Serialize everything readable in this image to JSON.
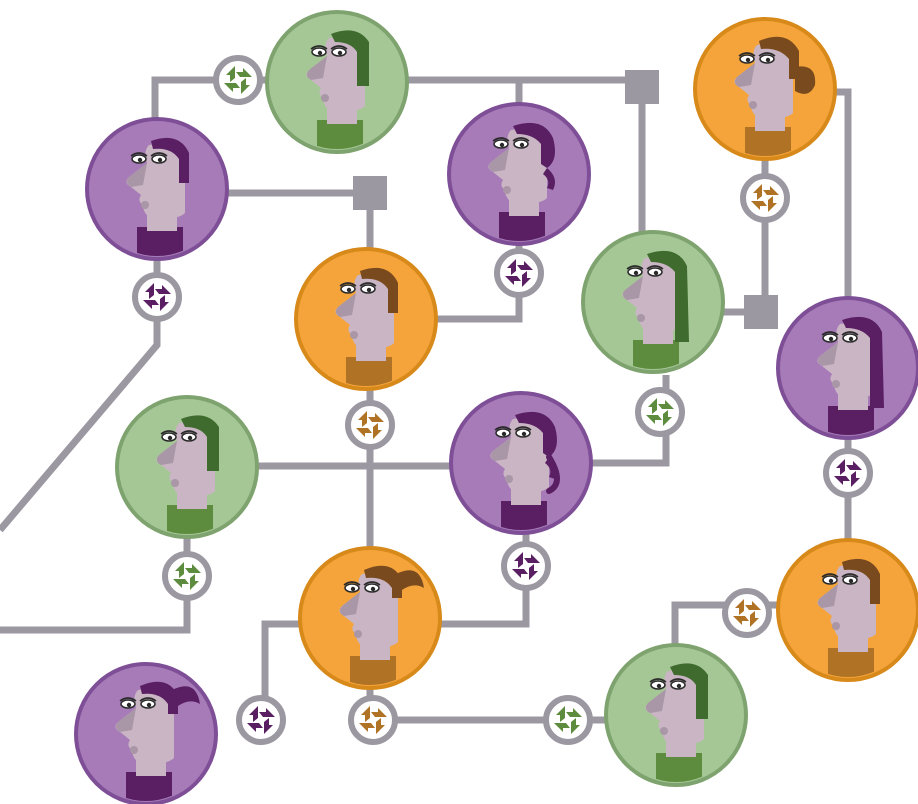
{
  "colors": {
    "line": "#9c98a2",
    "hub": "#9c98a2",
    "skin": "#c9b5c3",
    "skin_dark": "#a996a6",
    "eye_white": "#ffffff",
    "eye_dark": "#2a2a2a",
    "purple": {
      "ring": "#7e4f96",
      "fill": "#a77bb8",
      "hair": "#5a1f63",
      "shirt": "#5a1f63"
    },
    "green": {
      "ring": "#7ea36f",
      "fill": "#a5c796",
      "hair": "#3f6b2e",
      "shirt": "#5e8c3e"
    },
    "orange": {
      "ring": "#d7891a",
      "fill": "#f4a43a",
      "hair": "#7a4a1f",
      "shirt": "#b07224"
    }
  },
  "people": [
    {
      "id": "green-top",
      "color": "green",
      "hair": "side"
    },
    {
      "id": "purple-left",
      "color": "purple",
      "hair": "short"
    },
    {
      "id": "purple-center-top",
      "color": "purple",
      "hair": "curl"
    },
    {
      "id": "orange-top-right",
      "color": "orange",
      "hair": "bun"
    },
    {
      "id": "orange-center",
      "color": "orange",
      "hair": "short"
    },
    {
      "id": "green-right",
      "color": "green",
      "hair": "long"
    },
    {
      "id": "purple-far-right",
      "color": "purple",
      "hair": "long"
    },
    {
      "id": "green-mid-left",
      "color": "green",
      "hair": "side"
    },
    {
      "id": "purple-center-mid",
      "color": "purple",
      "hair": "curl"
    },
    {
      "id": "orange-bottom-center",
      "color": "orange",
      "hair": "ponytail"
    },
    {
      "id": "orange-bottom-right",
      "color": "orange",
      "hair": "short"
    },
    {
      "id": "purple-bottom-left",
      "color": "purple",
      "hair": "ponytail"
    },
    {
      "id": "green-bottom",
      "color": "green",
      "hair": "side"
    }
  ],
  "connectors": [
    {
      "id": "c1",
      "color": "green"
    },
    {
      "id": "c2",
      "color": "purple"
    },
    {
      "id": "c3",
      "color": "purple"
    },
    {
      "id": "c4",
      "color": "orange"
    },
    {
      "id": "c5",
      "color": "orange"
    },
    {
      "id": "c6",
      "color": "green"
    },
    {
      "id": "c7",
      "color": "purple"
    },
    {
      "id": "c8",
      "color": "green"
    },
    {
      "id": "c9",
      "color": "purple"
    },
    {
      "id": "c10",
      "color": "orange"
    },
    {
      "id": "c11",
      "color": "purple"
    },
    {
      "id": "c12",
      "color": "orange"
    },
    {
      "id": "c13",
      "color": "green"
    }
  ],
  "hubs": [
    {
      "id": "h1"
    },
    {
      "id": "h2"
    },
    {
      "id": "h3"
    }
  ]
}
